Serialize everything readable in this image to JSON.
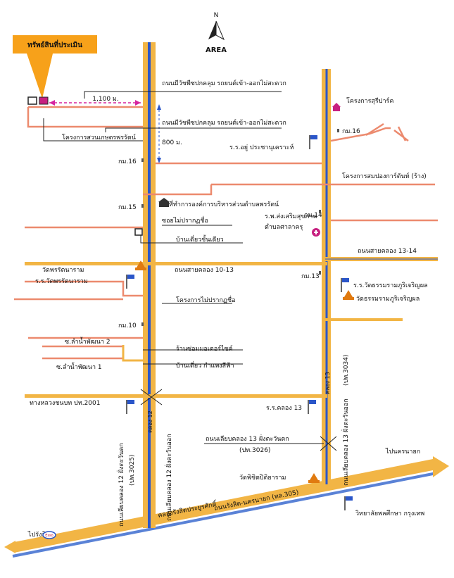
{
  "legend": {
    "compass_letter": "N",
    "area_label": "AREA",
    "subject_label": "ทรัพย์สินที่ประเมิน"
  },
  "distances": {
    "distance_east": "1,100 ม.",
    "distance_south": "800 ม."
  },
  "roads": {
    "bypass_in": "ถนนมีวัชพืชปกคลุม รถยนต์เข้า-ออกไม่สะดวก",
    "bypass_out": "ถนนมีวัชพืชปกคลุม รถยนต์เข้า-ออกไม่สะดวก",
    "soi_unnamed": "ซอยไม่ปรากฏชื่อ",
    "road_1013": "ถนนสายคลอง 10-13",
    "road_1314": "ถนนสายคลอง 13-14",
    "soi_lamnam2": "ซ.ลำน้ำพัฒนา 2",
    "soi_lamnam1": "ซ.ลำน้ำพัฒนา 1",
    "rural_road": "ทางหลวงชนบท ปท.2001",
    "canal12_west": "ถนนเลียบคลอง 12 ฝั่งตะวันตก",
    "canal12_west_code": "(ปท.3025)",
    "canal12_east": "ถนนเลียบคลอง 12 ฝั่งตะวันออก",
    "canal13_west": "ถนนเลียบคลอง 13 ฝั่งตะวันตก",
    "canal13_west_code": "(ปท.3026)",
    "canal13_east": "ถนนเลียบคลอง 13 ฝั่งตะวันออก",
    "canal13_east_code": "(ปท.3034)",
    "rangsit_nakhon_nayok": "ถนนรังสิต-นครนายก (ทล.305)",
    "canal_name": "คลองรังสิตประยูรศักดิ์",
    "canal12_label": "คลอง 12",
    "canal13_label": "คลอง 13",
    "to_nakhon_nayok": "ไปนครนายก",
    "to_rangsit": "ไปรังสิต"
  },
  "places": {
    "suan_kaset": "โครงการสวนเกษตรพรรัตน์",
    "sury_park": "โครงการสุรีปาร์ค",
    "school_prachanukroh": "ร.ร.อยู่ ประชานุเคราะห์",
    "samphong_kan": "โครงการสมปองการ์ตันท์ (ร้าง)",
    "tambon_office": "ที่ทำการองค์การบริหารส่วนตำบลพรรัตน์",
    "house_single": "บ้านเดี่ยวชั้นเดียว",
    "hospital": "ร.พ.ส่งเสริมสุขภาพ",
    "hospital_2": "ตำบลศาลาครุ",
    "wat_pattana": "วัดพรรัตนาราม",
    "school_pattana": "ร.ร.วัดพรรัตนาราม",
    "school_thammaram": "ร.ร.วัดธรรมรามภูริเจริญผล",
    "wat_thammaram": "วัดธรรมรามภูริเจริญผล",
    "project_unnamed": "โครงการไม่ปรากฏชื่อ",
    "motorcycle_shop": "ร้านซ่อมมอเตอร์ไซค์",
    "house_zinc": "บ้านเดี่ยว กำแพงสีฟ้า",
    "school_khlong13": "ร.ร.คลอง 13",
    "wat_chitpreeda": "วัดพิชิตปิติยาราม",
    "college": "วิทยาลัยพลศึกษา กรุงเทพ",
    "gas_station": "Esso"
  },
  "km_markers": {
    "km16_w": "กม.16",
    "km15_w": "กม.15",
    "km10_w": "กม.10",
    "km16_e": "กม.16",
    "km14_e": "กม.14",
    "km13_e": "กม.13"
  },
  "colors": {
    "main_road": "#f2b545",
    "canal": "#2b56c9",
    "minor_road": "#ec8a6e",
    "callout": "#f7a11a",
    "subject": "#c72080",
    "highway": "#5a82d6"
  }
}
